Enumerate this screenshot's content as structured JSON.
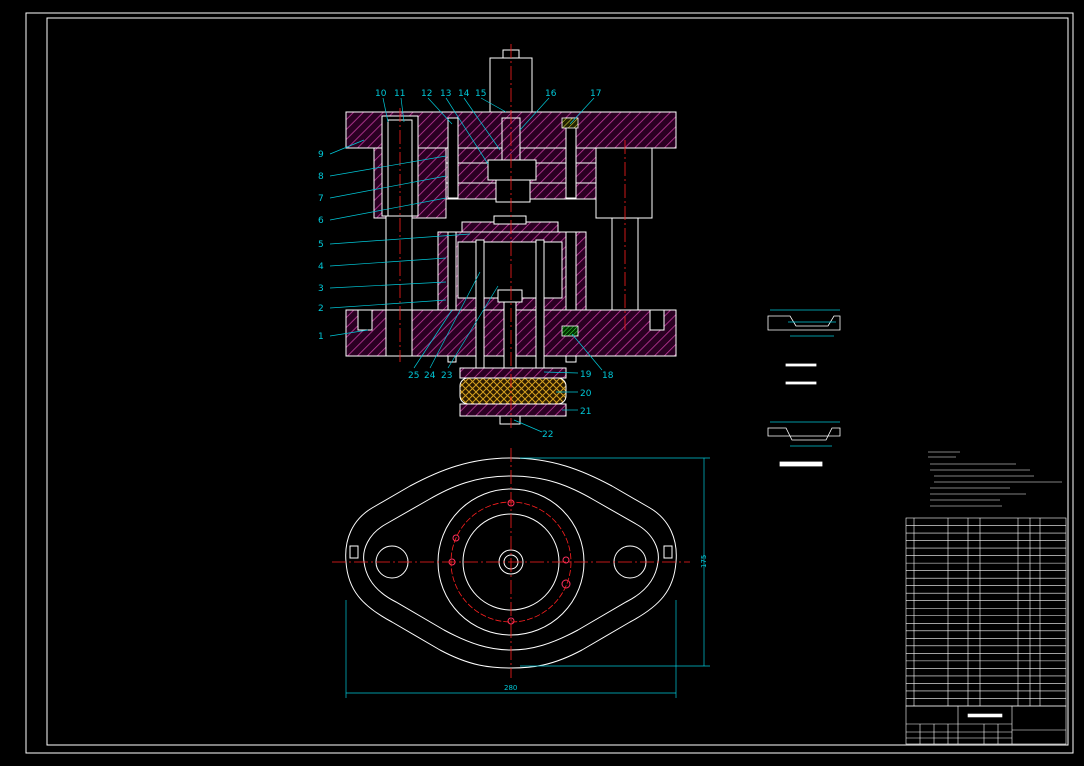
{
  "drawing": {
    "part_labels": [
      "1",
      "2",
      "3",
      "4",
      "5",
      "6",
      "7",
      "8",
      "9",
      "10",
      "11",
      "12",
      "13",
      "14",
      "15",
      "16",
      "17",
      "18",
      "19",
      "20",
      "21",
      "22",
      "23",
      "24",
      "25"
    ],
    "plan_view": {
      "width_dimension": "280",
      "height_dimension": "175"
    }
  },
  "colors": {
    "background": "#000000",
    "frame": "#ffffff",
    "hatch": "#b0308f",
    "centerline": "#ff2020",
    "dimension": "#00c8d8",
    "outline": "#ffffff"
  }
}
